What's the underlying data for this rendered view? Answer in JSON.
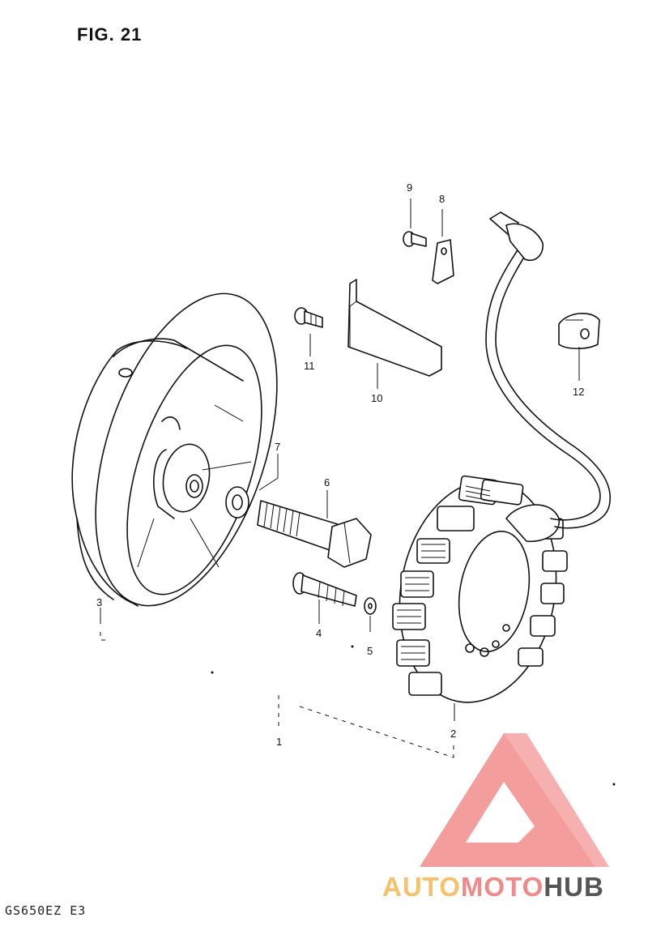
{
  "figure": {
    "title": "FIG. 21",
    "model_code": "GS650EZ  E3"
  },
  "callouts": {
    "p1": "1",
    "p2": "2",
    "p3": "3",
    "p4": "4",
    "p5": "5",
    "p6": "6",
    "p7": "7",
    "p8": "8",
    "p9": "9",
    "p10": "10",
    "p11": "11",
    "p12": "12"
  },
  "watermark": {
    "part1": "AUTO",
    "part2": "MOTO",
    "part3": "HUB",
    "colors": {
      "auto": "#F7C16B",
      "moto": "#F08A8A",
      "hub": "#555555",
      "logo": "#F28C8C"
    }
  }
}
